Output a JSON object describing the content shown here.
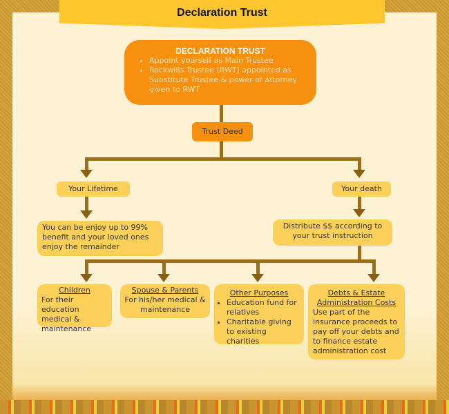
{
  "banner": {
    "title": "Declaration Trust"
  },
  "main": {
    "title": "DECLARATION TRUST",
    "bullets": [
      "Appoint yourself as Main Trustee",
      "Rockwills Trustee (RWT) appointed as Substitute Trustee & power of attorney given to RWT"
    ]
  },
  "trust_deed": "Trust Deed",
  "lifetime": {
    "label": "Your Lifetime",
    "text": "You can be enjoy up to 99% benefit and your loved ones enjoy the remainder"
  },
  "death": {
    "label": "Your death",
    "text": "Distribute $$ according to your trust instruction"
  },
  "children": {
    "title": "Children",
    "text": "For their education medical & maintenance"
  },
  "spouse": {
    "title": "Spouse & Parents",
    "text": "For his/her medical & maintenance"
  },
  "other": {
    "title": "Other Purposes",
    "bullets": [
      "Education fund for relatives",
      "Charitable giving to existing charities"
    ]
  },
  "debts": {
    "title": "Debts & Estate Administration Costs",
    "text": "Use part of the insurance proceeds to pay off your debts and to finance estate administration cost"
  }
}
